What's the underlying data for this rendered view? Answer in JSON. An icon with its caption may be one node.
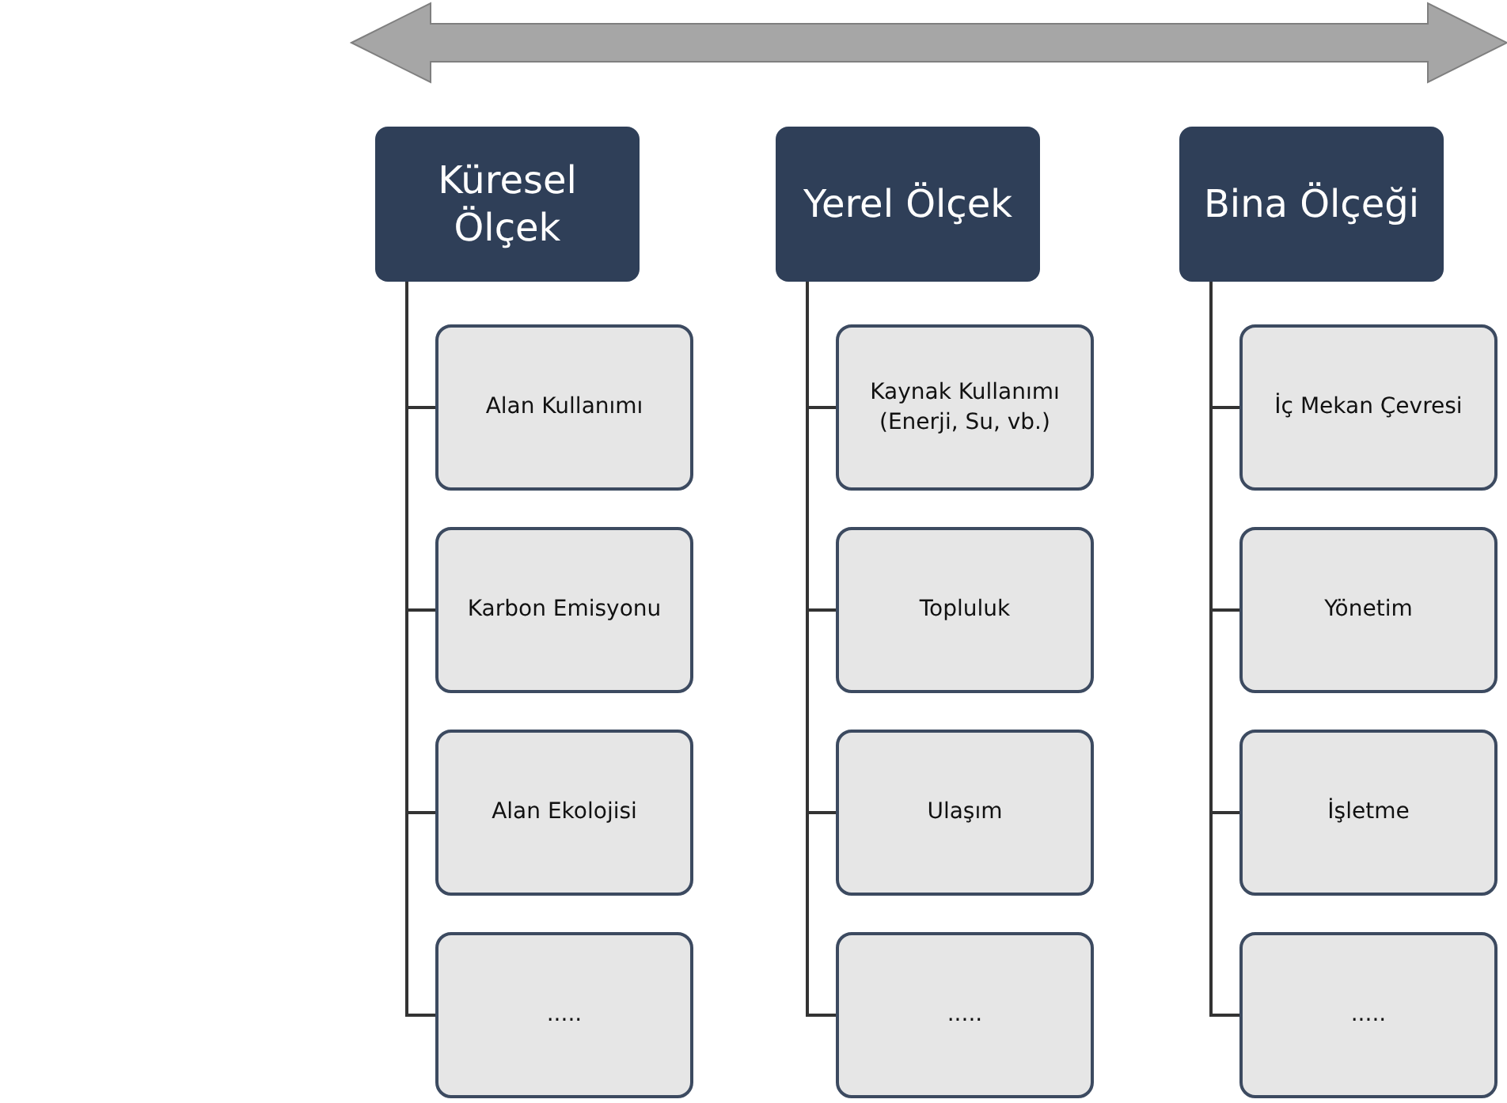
{
  "diagram": {
    "nodes": [
      {
        "text": [
          "Küresel Ölçek"
        ]
      },
      {
        "text": [
          "Alan Kullanımı"
        ]
      },
      {
        "text": [
          "Karbon Emisyonu"
        ]
      },
      {
        "text": [
          "Alan Ekolojisi"
        ]
      },
      {
        "text": [
          "....."
        ]
      },
      {
        "text": [
          "Yerel Ölçek"
        ]
      },
      {
        "text": [
          "Kaynak Kullanımı (Enerji, Su, vb.)"
        ]
      },
      {
        "text": [
          "Topluluk"
        ]
      },
      {
        "text": [
          "Ulaşım"
        ]
      },
      {
        "text": [
          "....."
        ]
      },
      {
        "text": [
          "Bina Ölçeği"
        ]
      },
      {
        "text": [
          "İç Mekan Çevresi"
        ]
      },
      {
        "text": [
          "Yönetim"
        ]
      },
      {
        "text": [
          "İşletme"
        ]
      },
      {
        "text": [
          "....."
        ]
      }
    ],
    "edges": [
      {
        "from": 0,
        "to": 1,
        "arrow": "none"
      },
      {
        "from": 0,
        "to": 2,
        "arrow": "none"
      },
      {
        "from": 0,
        "to": 3,
        "arrow": "none"
      },
      {
        "from": 0,
        "to": 4,
        "arrow": "none"
      },
      {
        "from": 5,
        "to": 6,
        "arrow": "none"
      },
      {
        "from": 5,
        "to": 7,
        "arrow": "none"
      },
      {
        "from": 5,
        "to": 8,
        "arrow": "none"
      },
      {
        "from": 5,
        "to": 9,
        "arrow": "none"
      },
      {
        "from": 10,
        "to": 11,
        "arrow": "none"
      },
      {
        "from": 10,
        "to": 12,
        "arrow": "none"
      },
      {
        "from": 10,
        "to": 13,
        "arrow": "none"
      },
      {
        "from": 10,
        "to": 14,
        "arrow": "none"
      }
    ]
  }
}
